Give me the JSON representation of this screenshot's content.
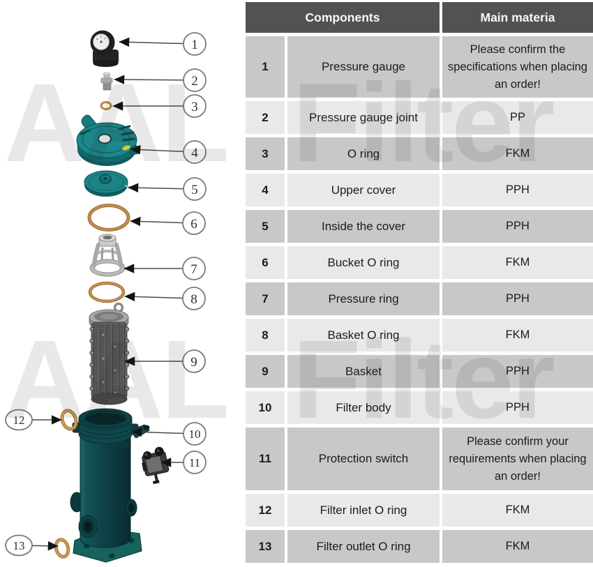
{
  "watermark": {
    "text": "AAL Filter"
  },
  "table": {
    "headers": {
      "components": "Components",
      "material": "Main materia"
    },
    "rows": [
      {
        "no": "1",
        "component": "Pressure gauge",
        "material": "Please confirm the specifications when placing an order!"
      },
      {
        "no": "2",
        "component": "Pressure gauge joint",
        "material": "PP"
      },
      {
        "no": "3",
        "component": "O ring",
        "material": "FKM"
      },
      {
        "no": "4",
        "component": "Upper cover",
        "material": "PPH"
      },
      {
        "no": "5",
        "component": "Inside the cover",
        "material": "PPH"
      },
      {
        "no": "6",
        "component": "Bucket O ring",
        "material": "FKM"
      },
      {
        "no": "7",
        "component": "Pressure ring",
        "material": "PPH"
      },
      {
        "no": "8",
        "component": "Basket O ring",
        "material": "FKM"
      },
      {
        "no": "9",
        "component": "Basket",
        "material": "PPH"
      },
      {
        "no": "10",
        "component": "Filter body",
        "material": "PPH"
      },
      {
        "no": "11",
        "component": "Protection switch",
        "material": "Please confirm your requirements when placing an order!"
      },
      {
        "no": "12",
        "component": "Filter inlet O ring",
        "material": "FKM"
      },
      {
        "no": "13",
        "component": "Filter outlet O ring",
        "material": "FKM"
      }
    ]
  },
  "diagram": {
    "callouts": [
      {
        "number": "1"
      },
      {
        "number": "2"
      },
      {
        "number": "3"
      },
      {
        "number": "4"
      },
      {
        "number": "5"
      },
      {
        "number": "6"
      },
      {
        "number": "7"
      },
      {
        "number": "8"
      },
      {
        "number": "9"
      },
      {
        "number": "10"
      },
      {
        "number": "11"
      },
      {
        "number": "12"
      },
      {
        "number": "13"
      }
    ]
  },
  "colors": {
    "header_bg": "#525252",
    "row_dark": "#c8c8c8",
    "row_light": "#e9e9e9",
    "teal": "#1c8486",
    "body_teal_dark": "#0e4347",
    "oring_bronze": "#aa763b"
  }
}
